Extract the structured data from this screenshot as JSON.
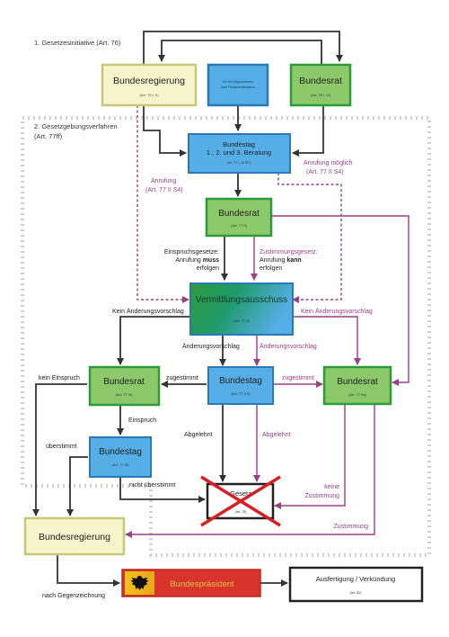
{
  "colors": {
    "green_fill": "#8cc96b",
    "green_stroke": "#2f9a3a",
    "blue_fill": "#55aee6",
    "blue_stroke": "#2a78b8",
    "yellow_fill": "#f6f4cb",
    "yellow_stroke": "#c7c77a",
    "red_fill": "#d8342b",
    "purple": "#9b3f86",
    "cross": "#d81f26",
    "dotted_border": "#d0d0d0",
    "dark": "#333333"
  },
  "sections": {
    "initiative": "1. Gesetzesinitiative (Art. 76)",
    "procedure_line1": "2. Gesetzgebungsverfahren",
    "procedure_line2": "(Art. 77ff)"
  },
  "nodes": {
    "bundesregierung_top": {
      "title": "Bundesregierung",
      "ref": "(Art. 76 I, II)"
    },
    "abgeordnete": {
      "line1": "5% der Abgeordneten",
      "line2": "oder Parlamentsfraktion"
    },
    "bundesrat_top": {
      "title": "Bundesrat",
      "ref": "(Art. 76 I, III)"
    },
    "bundestag_beratung": {
      "line1": "Bundestag",
      "line2": "1., 2. und 3. Beratung",
      "ref": "(Art. 77 I, 42 III?)"
    },
    "bundesrat_mid": {
      "title": "Bundesrat",
      "ref": "(Art. 77 II)"
    },
    "vermittlung": {
      "title": "Vermittlungsausschuss",
      "ref": "(Art. 77 II)"
    },
    "bundesrat_left": {
      "title": "Bundesrat",
      "ref": "(Art. 77 III)"
    },
    "bundestag_center": {
      "title": "Bundestag",
      "ref": "(Art. 77 II 5)"
    },
    "bundesrat_right": {
      "title": "Bundesrat",
      "ref": "(Art. 77 IIa)"
    },
    "bundestag_lower": {
      "title": "Bundestag",
      "ref": "(Art. 77 III)"
    },
    "gesetz": {
      "title": "Gesetz",
      "ref": "(Art. 78)"
    },
    "bundesregierung_bottom": {
      "title": "Bundesregierung"
    },
    "bundespraesident": {
      "title": "Bundespräsident"
    },
    "ausfertigung": {
      "title": "Ausfertigung / Verkündung",
      "ref": "(Art. 82)"
    }
  },
  "labels": {
    "anrufung_left_1": "Anrufung",
    "anrufung_left_2": "(Art. 77 II S4)",
    "anrufung_right_1": "Anrufung möglich",
    "anrufung_right_2": "(Art. 77 II S4)",
    "einspruch_1": "Einspruchsgesetze:",
    "einspruch_2a": "Anrufung ",
    "einspruch_2b": "muss",
    "einspruch_3": "erfolgen",
    "zustimmung_1": "Zustimmungsgesetz:",
    "zustimmung_2a": "Anrufung ",
    "zustimmung_2b": "kann",
    "zustimmung_3": "erfolgen",
    "kein_aenderung_left": "Kein Änderungsvorschlag",
    "kein_aenderung_right": "Kein Änderungsvorschlag",
    "aenderung_black": "Änderungsvorschlag",
    "aenderung_purple": "Änderungsvorschlag",
    "kein_einspruch": "kein Einspruch",
    "zugestimmt_left": "zugestimmt",
    "zugestimmt_right": "zugestimmt",
    "einspruch": "Einspruch",
    "ueberstimmt": "überstimmt",
    "abgelehnt_black": "Abgelehnt",
    "abgelehnt_purple": "Abgelehnt",
    "nicht_ueberstimmt": "nicht überstimmt",
    "keine_zustimmung_1": "keine",
    "keine_zustimmung_2": "Zustimmung",
    "zustimmung": "Zustimmung",
    "gegenzeichnung": "nach Gegenzeichnung"
  }
}
